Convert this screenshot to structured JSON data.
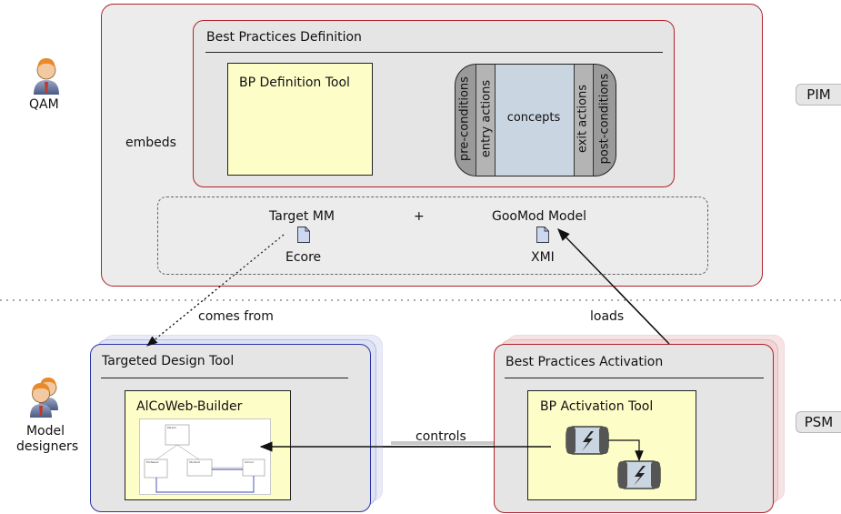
{
  "pim_section": {
    "tag": "PIM",
    "role": "QAM",
    "bp_definition": {
      "title": "Best Practices Definition",
      "tool_label": "BP Definition Tool"
    },
    "goomod_structure": {
      "pre_conditions": "pre-conditions",
      "entry_actions": "entry actions",
      "concepts": "concepts",
      "exit_actions": "exit actions",
      "post_conditions": "post-conditions"
    },
    "embeds_label": "embeds",
    "artifacts": {
      "target_mm_label": "Target MM",
      "target_mm_format": "Ecore",
      "plus": "+",
      "goomod_label": "GooMod Model",
      "goomod_format": "XMI"
    }
  },
  "psm_section": {
    "tag": "PSM",
    "role_line1": "Model",
    "role_line2": "designers",
    "targeted_tool": {
      "title": "Targeted Design Tool",
      "app_label": "AlCoWeb-Builder",
      "mini_diagram": {
        "person": "Person",
        "professor": "Professor",
        "student": "Student",
        "school": "School"
      }
    },
    "bp_activation": {
      "title": "Best Practices Activation",
      "tool_label": "BP Activation Tool"
    },
    "controls_label": "controls"
  },
  "flows": {
    "comes_from": "comes from",
    "loads": "loads"
  },
  "colors": {
    "pim_border": "#b0212b",
    "psm_target_border": "#2a34a6",
    "panel_fill": "#ececec",
    "tool_fill": "#fdfdc8",
    "state_fill": "#c9d5e1"
  }
}
